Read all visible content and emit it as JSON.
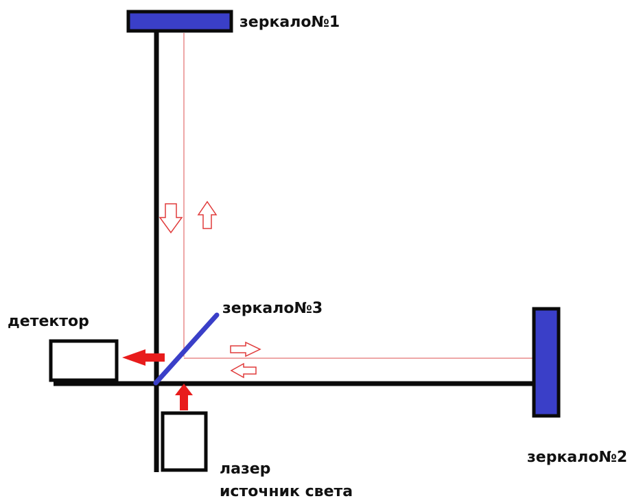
{
  "labels": {
    "mirror1": "зеркало№1",
    "mirror2": "зеркало№2",
    "mirror3": "зеркало№3",
    "detector": "детектор",
    "laser": "лазер",
    "light_source": "источник света"
  },
  "colors": {
    "mirror": "#3a3fc8",
    "mirror_edge": "#0a0a0a",
    "beam": "#e88a8a",
    "arrow_solid": "#e81c1c",
    "arrow_outline": "#e03a3a",
    "frame": "#0a0a0a"
  }
}
